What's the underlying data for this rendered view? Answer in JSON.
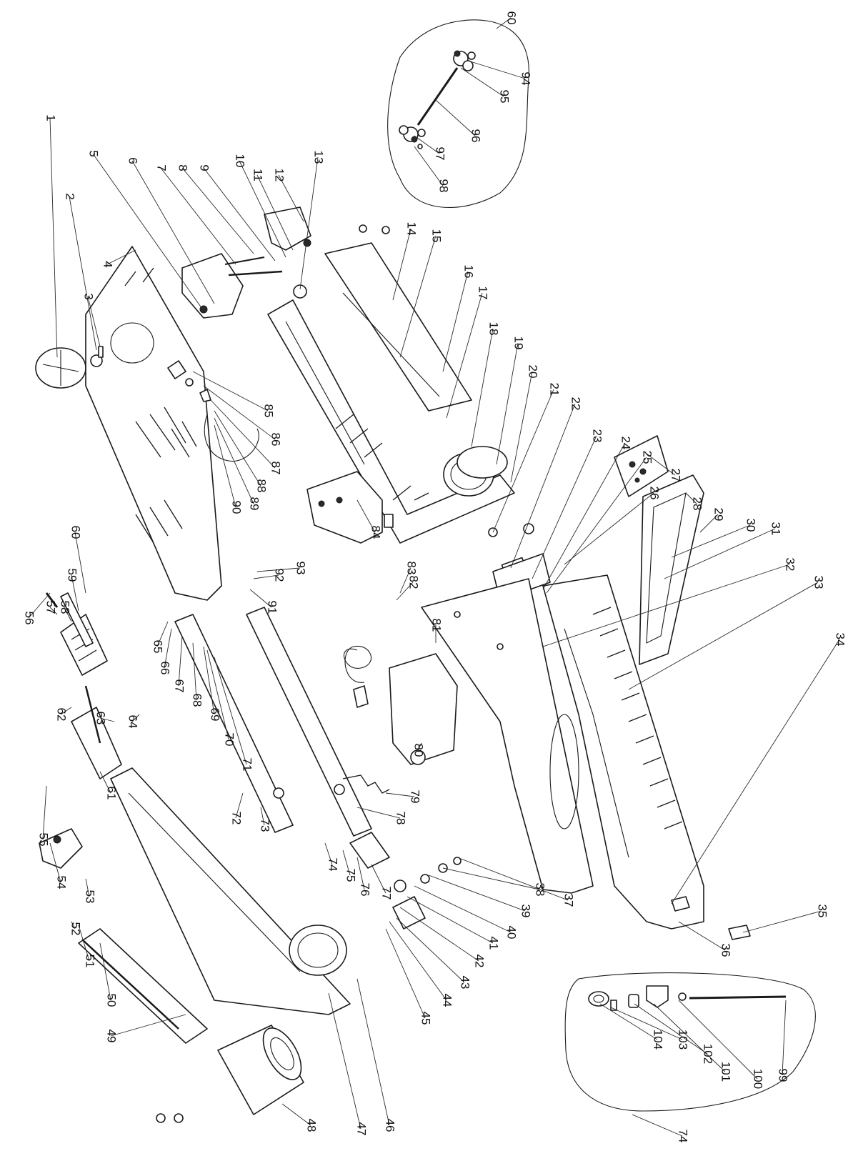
{
  "diagram": {
    "part_numbers": [
      "1",
      "2",
      "3",
      "4",
      "5",
      "6",
      "7",
      "8",
      "9",
      "10",
      "11",
      "12",
      "13",
      "14",
      "15",
      "16",
      "17",
      "18",
      "19",
      "20",
      "21",
      "22",
      "23",
      "24",
      "25",
      "26",
      "27",
      "28",
      "29",
      "30",
      "31",
      "32",
      "33",
      "34",
      "35",
      "36",
      "37",
      "38",
      "39",
      "40",
      "41",
      "42",
      "43",
      "44",
      "45",
      "46",
      "47",
      "48",
      "49",
      "50",
      "51",
      "52",
      "53",
      "54",
      "55",
      "56",
      "57",
      "58",
      "59",
      "60",
      "61",
      "62",
      "63",
      "64",
      "65",
      "66",
      "67",
      "68",
      "69",
      "70",
      "71",
      "72",
      "73",
      "74",
      "75",
      "76",
      "77",
      "78",
      "79",
      "80",
      "81",
      "82",
      "83",
      "84",
      "85",
      "86",
      "87",
      "88",
      "89",
      "90",
      "91",
      "92",
      "93",
      "94",
      "95",
      "96",
      "97",
      "98",
      "99",
      "100",
      "101",
      "102",
      "103",
      "104",
      "60",
      "74"
    ]
  }
}
